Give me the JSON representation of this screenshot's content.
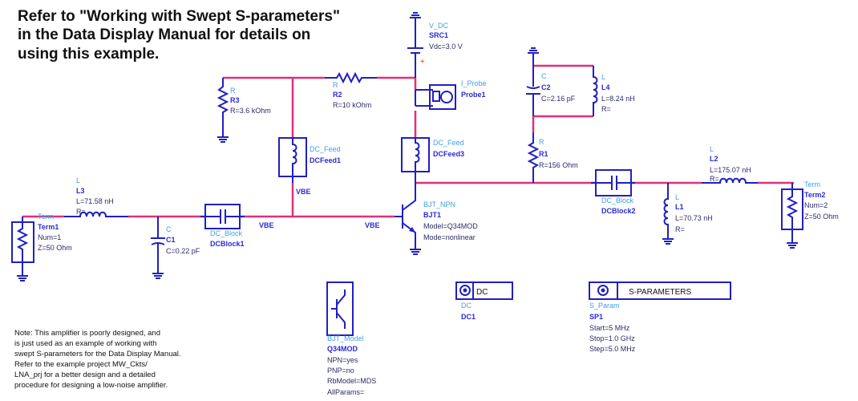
{
  "title_lines": [
    "Refer to \"Working with Swept S-parameters\"",
    "in the Data Display Manual for details on",
    "using this example."
  ],
  "note_lines": [
    "Note: This amplifier is poorly designed, and",
    "is just used as an example of working with",
    "swept S-parameters for the Data Display Manual.",
    "Refer to the example project MW_Ckts/",
    "LNA_prj for a better design and a detailed",
    "procedure for designing a low-noise amplifier."
  ],
  "colors": {
    "wire": "#e0307a",
    "component": "#2020c0",
    "type_label": "#3fa0e8",
    "name_label": "#2a2ad8"
  },
  "net_labels": {
    "vbe": "VBE"
  },
  "components": {
    "r3": {
      "type": "R",
      "name": "R3",
      "p1": "R=3.6 kOhm"
    },
    "r2": {
      "type": "R",
      "name": "R2",
      "p1": "R=10 kOhm"
    },
    "vdc": {
      "type": "V_DC",
      "name": "SRC1",
      "p1": "Vdc=3.0 V"
    },
    "probe": {
      "type": "I_Probe",
      "name": "Probe1"
    },
    "c2": {
      "type": "C",
      "name": "C2",
      "p1": "C=2.16 pF"
    },
    "l4": {
      "type": "L",
      "name": "L4",
      "p1": "L=8.24 nH",
      "p2": "R="
    },
    "dcfeed1": {
      "type": "DC_Feed",
      "name": "DCFeed1"
    },
    "dcfeed3": {
      "type": "DC_Feed",
      "name": "DCFeed3"
    },
    "r1": {
      "type": "R",
      "name": "R1",
      "p1": "R=156 Ohm"
    },
    "bjt": {
      "type": "BJT_NPN",
      "name": "BJT1",
      "p1": "Model=Q34MOD",
      "p2": "Mode=nonlinear"
    },
    "l3": {
      "type": "L",
      "name": "L3",
      "p1": "L=71.58 nH",
      "p2": "R="
    },
    "term1": {
      "type": "Term",
      "name": "Term1",
      "p1": "Num=1",
      "p2": "Z=50 Ohm"
    },
    "c1": {
      "type": "C",
      "name": "C1",
      "p1": "C=0.22 pF"
    },
    "dcblock1": {
      "type": "DC_Block",
      "name": "DCBlock1"
    },
    "dcblock2": {
      "type": "DC_Block",
      "name": "DCBlock2"
    },
    "l1": {
      "type": "L",
      "name": "L1",
      "p1": "L=70.73 nH",
      "p2": "R="
    },
    "l2": {
      "type": "L",
      "name": "L2",
      "p1": "L=175.07 nH",
      "p2": "R="
    },
    "term2": {
      "type": "Term",
      "name": "Term2",
      "p1": "Num=2",
      "p2": "Z=50 Ohm"
    },
    "bjtmodel": {
      "type": "BJT_Model",
      "name": "Q34MOD",
      "p1": "NPN=yes",
      "p2": "PNP=no",
      "p3": "RbModel=MDS",
      "p4": "AllParams="
    },
    "dc": {
      "box_label": "DC",
      "type": "DC",
      "name": "DC1"
    },
    "sp": {
      "box_label": "S-PARAMETERS",
      "type": "S_Param",
      "name": "SP1",
      "p1": "Start=5 MHz",
      "p2": "Stop=1.0 GHz",
      "p3": "Step=5.0 MHz"
    }
  }
}
